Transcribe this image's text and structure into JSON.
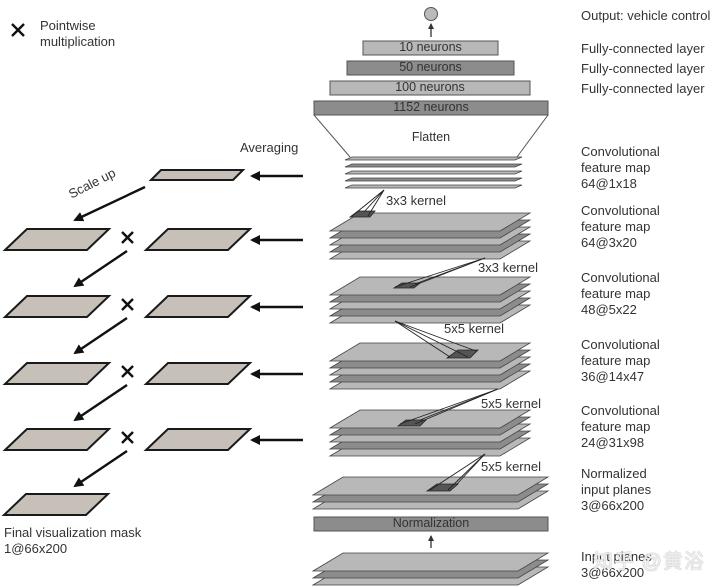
{
  "legend": {
    "symbol": "×",
    "line1": "Pointwise",
    "line2": "multiplication"
  },
  "top": {
    "output_label": "Output: vehicle control",
    "fc_layers": [
      {
        "text": "10 neurons",
        "label": "Fully-connected layer"
      },
      {
        "text": "50 neurons",
        "label": "Fully-connected layer"
      },
      {
        "text": "100 neurons",
        "label": "Fully-connected layer"
      },
      {
        "text": "1152 neurons",
        "label": ""
      }
    ],
    "flatten": "Flatten"
  },
  "feature_maps": [
    {
      "line1": "Convolutional",
      "line2": "feature map",
      "line3": "64@1x18"
    },
    {
      "line1": "Convolutional",
      "line2": "feature map",
      "line3": "64@3x20"
    },
    {
      "line1": "Convolutional",
      "line2": "feature map",
      "line3": "48@5x22"
    },
    {
      "line1": "Convolutional",
      "line2": "feature map",
      "line3": "36@14x47"
    },
    {
      "line1": "Convolutional",
      "line2": "feature map",
      "line3": "24@31x98"
    },
    {
      "line1": "Normalized",
      "line2": "input planes",
      "line3": "3@66x200"
    }
  ],
  "kernels": [
    "3x3 kernel",
    "3x3 kernel",
    "5x5 kernel",
    "5x5 kernel",
    "5x5 kernel"
  ],
  "normalization": "Normalization",
  "input": {
    "line1": "Input planes",
    "line2": "3@66x200"
  },
  "left": {
    "averaging": "Averaging",
    "scale_up": "Scale up",
    "final_line1": "Final visualization mask",
    "final_line2": "1@66x200"
  },
  "watermark": "知乎 @黄浴",
  "colors": {
    "light_gray": "#b8b8b8",
    "dark_gray": "#8c8c8c",
    "mask_fill": "#c6c0b8",
    "stroke": "#222222"
  }
}
